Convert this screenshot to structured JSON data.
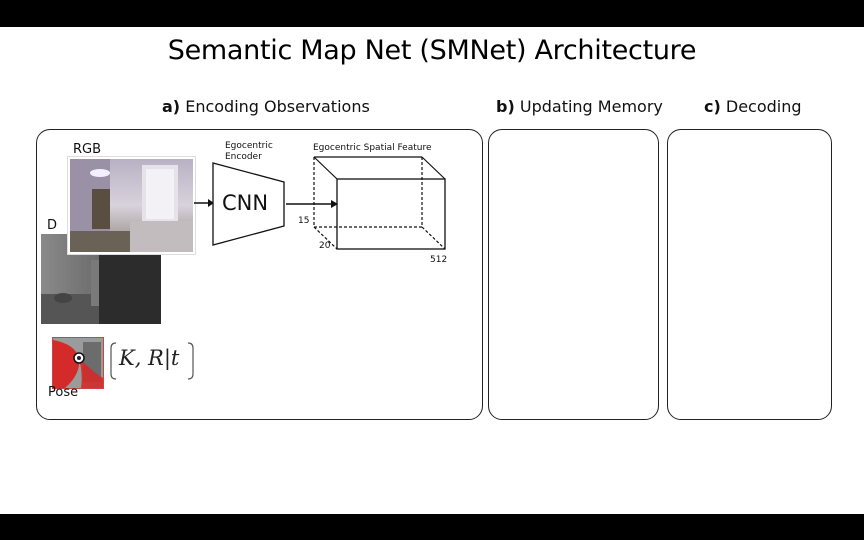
{
  "title": "Semantic Map Net (SMNet) Architecture",
  "sections": [
    {
      "letter": "a)",
      "label": "Encoding Observations"
    },
    {
      "letter": "b)",
      "label": "Updating Memory"
    },
    {
      "letter": "c)",
      "label": "Decoding"
    }
  ],
  "inputs": {
    "rgb_label": "RGB",
    "depth_label": "D",
    "pose_label": "Pose",
    "pose_formula": "[K, R|t]"
  },
  "encoder": {
    "caption_line1": "Egocentric",
    "caption_line2": "Encoder",
    "block_label": "CNN"
  },
  "feature": {
    "caption": "Egocentric Spatial Feature",
    "dim_height": "15",
    "dim_depth": "20",
    "dim_width": "512"
  },
  "colors": {
    "background": "#000000",
    "slide": "#ffffff",
    "stroke": "#222222",
    "pose_red": "#d42a2a"
  }
}
